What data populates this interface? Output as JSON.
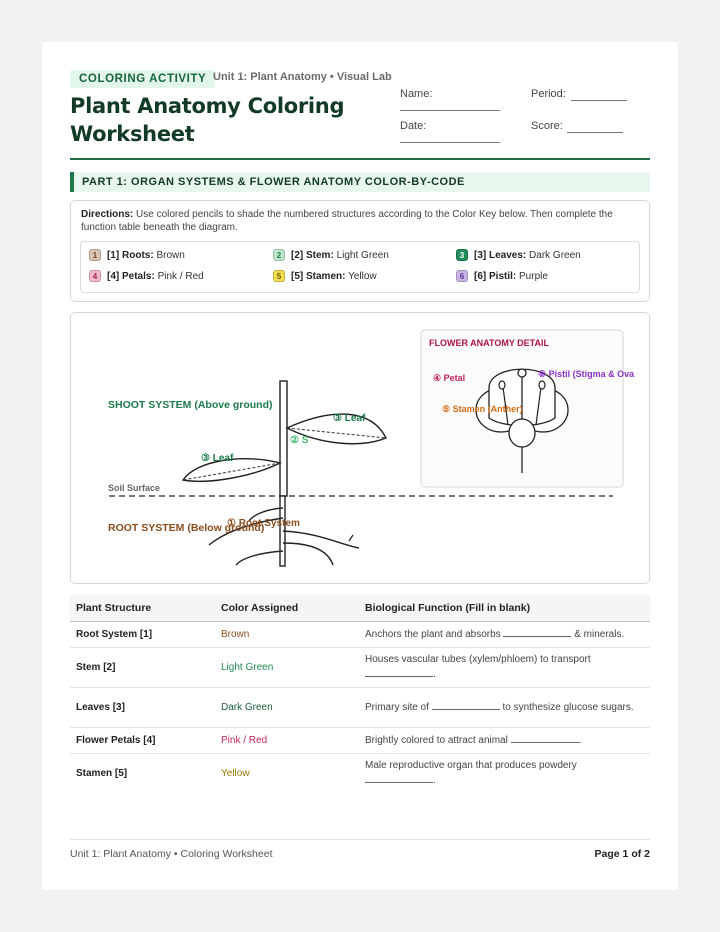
{
  "header": {
    "badge": "COLORING ACTIVITY",
    "unit": "Unit 1: Plant Anatomy • Visual Lab",
    "title": "Plant Anatomy Coloring Worksheet",
    "fields": {
      "name": "Name:",
      "period": "Period:",
      "date": "Date:",
      "score": "Score:"
    }
  },
  "part1": {
    "heading": "PART 1: ORGAN SYSTEMS & FLOWER ANATOMY COLOR-BY-CODE",
    "directions_label": "Directions:",
    "directions_text": "Use colored pencils to shade the numbered structures according to the Color Key below. Then complete the function table beneath the diagram."
  },
  "color_key": [
    {
      "num": "1",
      "label": "[1] Roots:",
      "color_name": "Brown",
      "swatch": "#d9c2b1",
      "text": "#6b4a32"
    },
    {
      "num": "2",
      "label": "[2] Stem:",
      "color_name": "Light Green",
      "swatch": "#bfe9cf",
      "text": "#1e7a48"
    },
    {
      "num": "3",
      "label": "[3] Leaves:",
      "color_name": "Dark Green",
      "swatch": "#1f8f5c",
      "text": "#ffffff"
    },
    {
      "num": "4",
      "label": "[4] Petals:",
      "color_name": "Pink / Red",
      "swatch": "#f5b8cc",
      "text": "#9a2550"
    },
    {
      "num": "5",
      "label": "[5] Stamen:",
      "color_name": "Yellow",
      "swatch": "#f4de4d",
      "text": "#6b5800"
    },
    {
      "num": "6",
      "label": "[6] Pistil:",
      "color_name": "Purple",
      "swatch": "#c9b4e6",
      "text": "#5a3590"
    }
  ],
  "diagram": {
    "shoot_label": "SHOOT SYSTEM (Above ground)",
    "soil_label": "Soil Surface",
    "root_label": "ROOT SYSTEM (Below ground)",
    "leaf_right": "③ Leaf",
    "leaf_left": "③ Leaf",
    "stem_label": "② S",
    "root_system": "① Root System",
    "flower_title": "FLOWER ANATOMY DETAIL",
    "petal": "④ Petal",
    "pistil": "⑥ Pistil (Stigma & Ova",
    "stamen": "⑤ Stamen (Anther)"
  },
  "table": {
    "headers": [
      "Plant Structure",
      "Color Assigned",
      "Biological Function (Fill in blank)"
    ],
    "rows": [
      {
        "structure": "Root System [1]",
        "color": "Brown",
        "color_hex": "#8a4d1e",
        "fn_before": "Anchors the plant and absorbs",
        "fn_after": "& minerals."
      },
      {
        "structure": "Stem [2]",
        "color": "Light Green",
        "color_hex": "#1e8a4f",
        "fn_before": "Houses vascular tubes (xylem/phloem) to transport",
        "fn_after": "."
      },
      {
        "structure": "Leaves [3]",
        "color": "Dark Green",
        "color_hex": "#1b5e3a",
        "fn_before": "Primary site of",
        "fn_after": "to synthesize glucose sugars."
      },
      {
        "structure": "Flower Petals [4]",
        "color": "Pink / Red",
        "color_hex": "#c4235a",
        "fn_before": "Brightly colored to attract animal",
        "fn_after": "."
      },
      {
        "structure": "Stamen [5]",
        "color": "Yellow",
        "color_hex": "#9a7a00",
        "fn_before": "Male reproductive organ that produces powdery",
        "fn_after": "."
      }
    ]
  },
  "footer": {
    "left": "Unit 1: Plant Anatomy • Coloring Worksheet",
    "right": "Page 1 of 2"
  }
}
